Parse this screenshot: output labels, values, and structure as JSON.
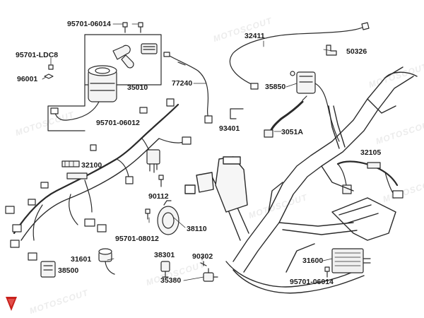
{
  "diagram": {
    "parts": {
      "p95701_06014_top": "95701-06014",
      "p95701_ldc8": "95701-LDC8",
      "p96001": "96001",
      "p35010": "35010",
      "p77240": "77240",
      "p32411": "32411",
      "p50326": "50326",
      "p35850": "35850",
      "p95701_06012": "95701-06012",
      "p93401": "93401",
      "p3051a": "3051A",
      "p32100": "32100",
      "p32105": "32105",
      "p90112": "90112",
      "p38110": "38110",
      "p95701_08012": "95701-08012",
      "p38301": "38301",
      "p90302": "90302",
      "p31601": "31601",
      "p38500": "38500",
      "p35380": "35380",
      "p31600": "31600",
      "p95701_06014_bottom": "95701-06014"
    },
    "watermark": "MOTOSCOUT",
    "line_color": "#2a2a2a"
  }
}
